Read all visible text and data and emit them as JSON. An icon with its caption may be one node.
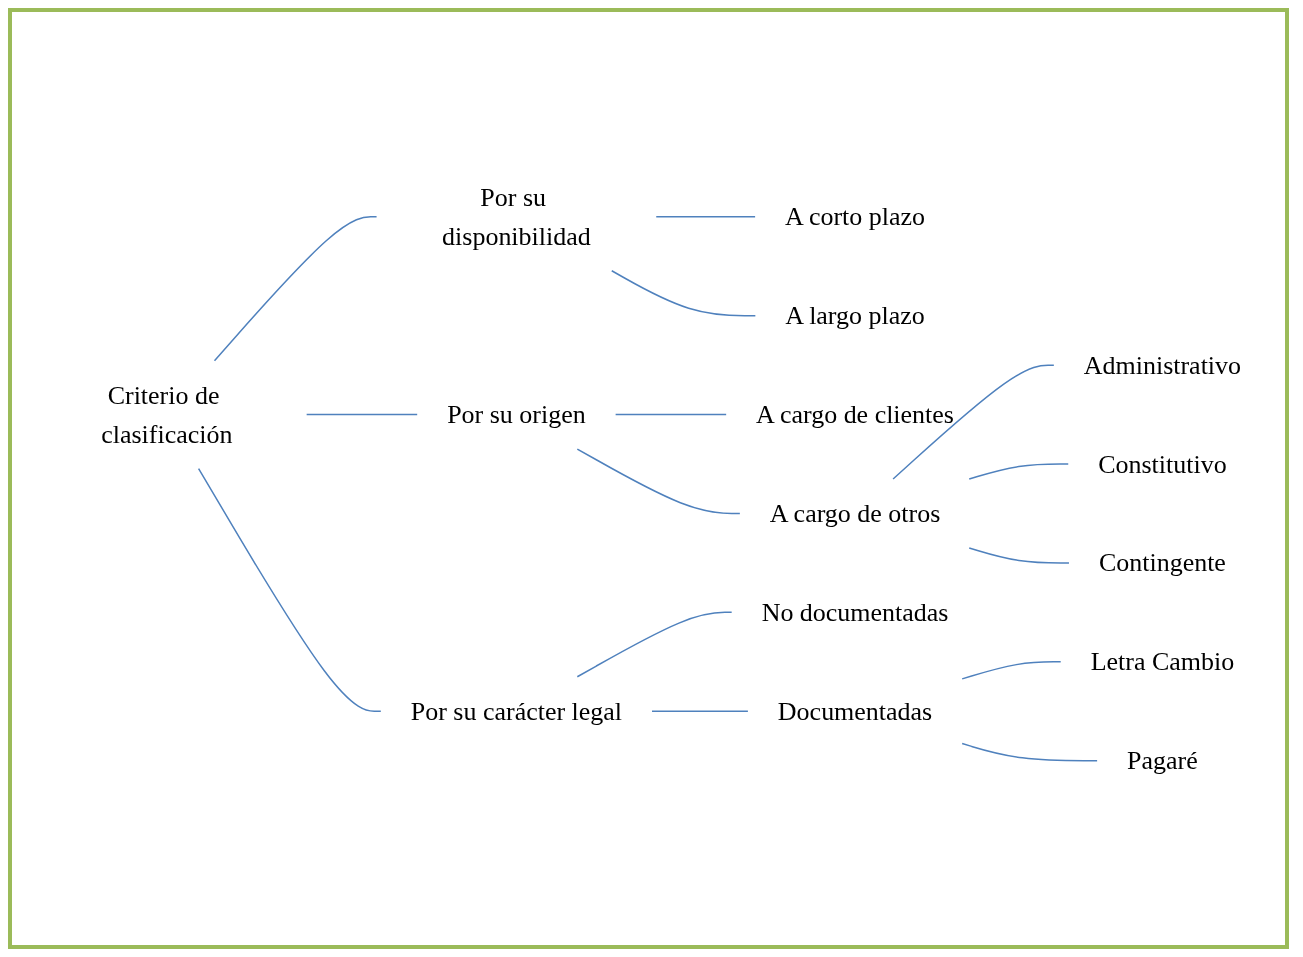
{
  "diagram": {
    "nodes": [
      {
        "text": [
          "Criterio de clasificación"
        ]
      },
      {
        "text": [
          "Por su disponibilidad"
        ]
      },
      {
        "text": [
          "A corto plazo"
        ]
      },
      {
        "text": [
          "A largo plazo"
        ]
      },
      {
        "text": [
          "Por su origen"
        ]
      },
      {
        "text": [
          "A cargo de clientes"
        ]
      },
      {
        "text": [
          "A cargo de otros"
        ]
      },
      {
        "text": [
          "Administrativo"
        ]
      },
      {
        "text": [
          "Constitutivo"
        ]
      },
      {
        "text": [
          "Contingente"
        ]
      },
      {
        "text": [
          "Por su carácter legal"
        ]
      },
      {
        "text": [
          "No documentadas"
        ]
      },
      {
        "text": [
          "Documentadas"
        ]
      },
      {
        "text": [
          "Letra Cambio"
        ]
      },
      {
        "text": [
          "Pagaré"
        ]
      }
    ],
    "edges": [
      {
        "from": 0,
        "to": 1,
        "arrow": "none"
      },
      {
        "from": 0,
        "to": 4,
        "arrow": "none"
      },
      {
        "from": 0,
        "to": 10,
        "arrow": "none"
      },
      {
        "from": 1,
        "to": 2,
        "arrow": "none"
      },
      {
        "from": 1,
        "to": 3,
        "arrow": "none"
      },
      {
        "from": 4,
        "to": 5,
        "arrow": "none"
      },
      {
        "from": 4,
        "to": 6,
        "arrow": "none"
      },
      {
        "from": 6,
        "to": 7,
        "arrow": "none"
      },
      {
        "from": 6,
        "to": 8,
        "arrow": "none"
      },
      {
        "from": 6,
        "to": 9,
        "arrow": "none"
      },
      {
        "from": 10,
        "to": 11,
        "arrow": "none"
      },
      {
        "from": 10,
        "to": 12,
        "arrow": "none"
      },
      {
        "from": 12,
        "to": 13,
        "arrow": "none"
      },
      {
        "from": 12,
        "to": 14,
        "arrow": "none"
      }
    ]
  }
}
